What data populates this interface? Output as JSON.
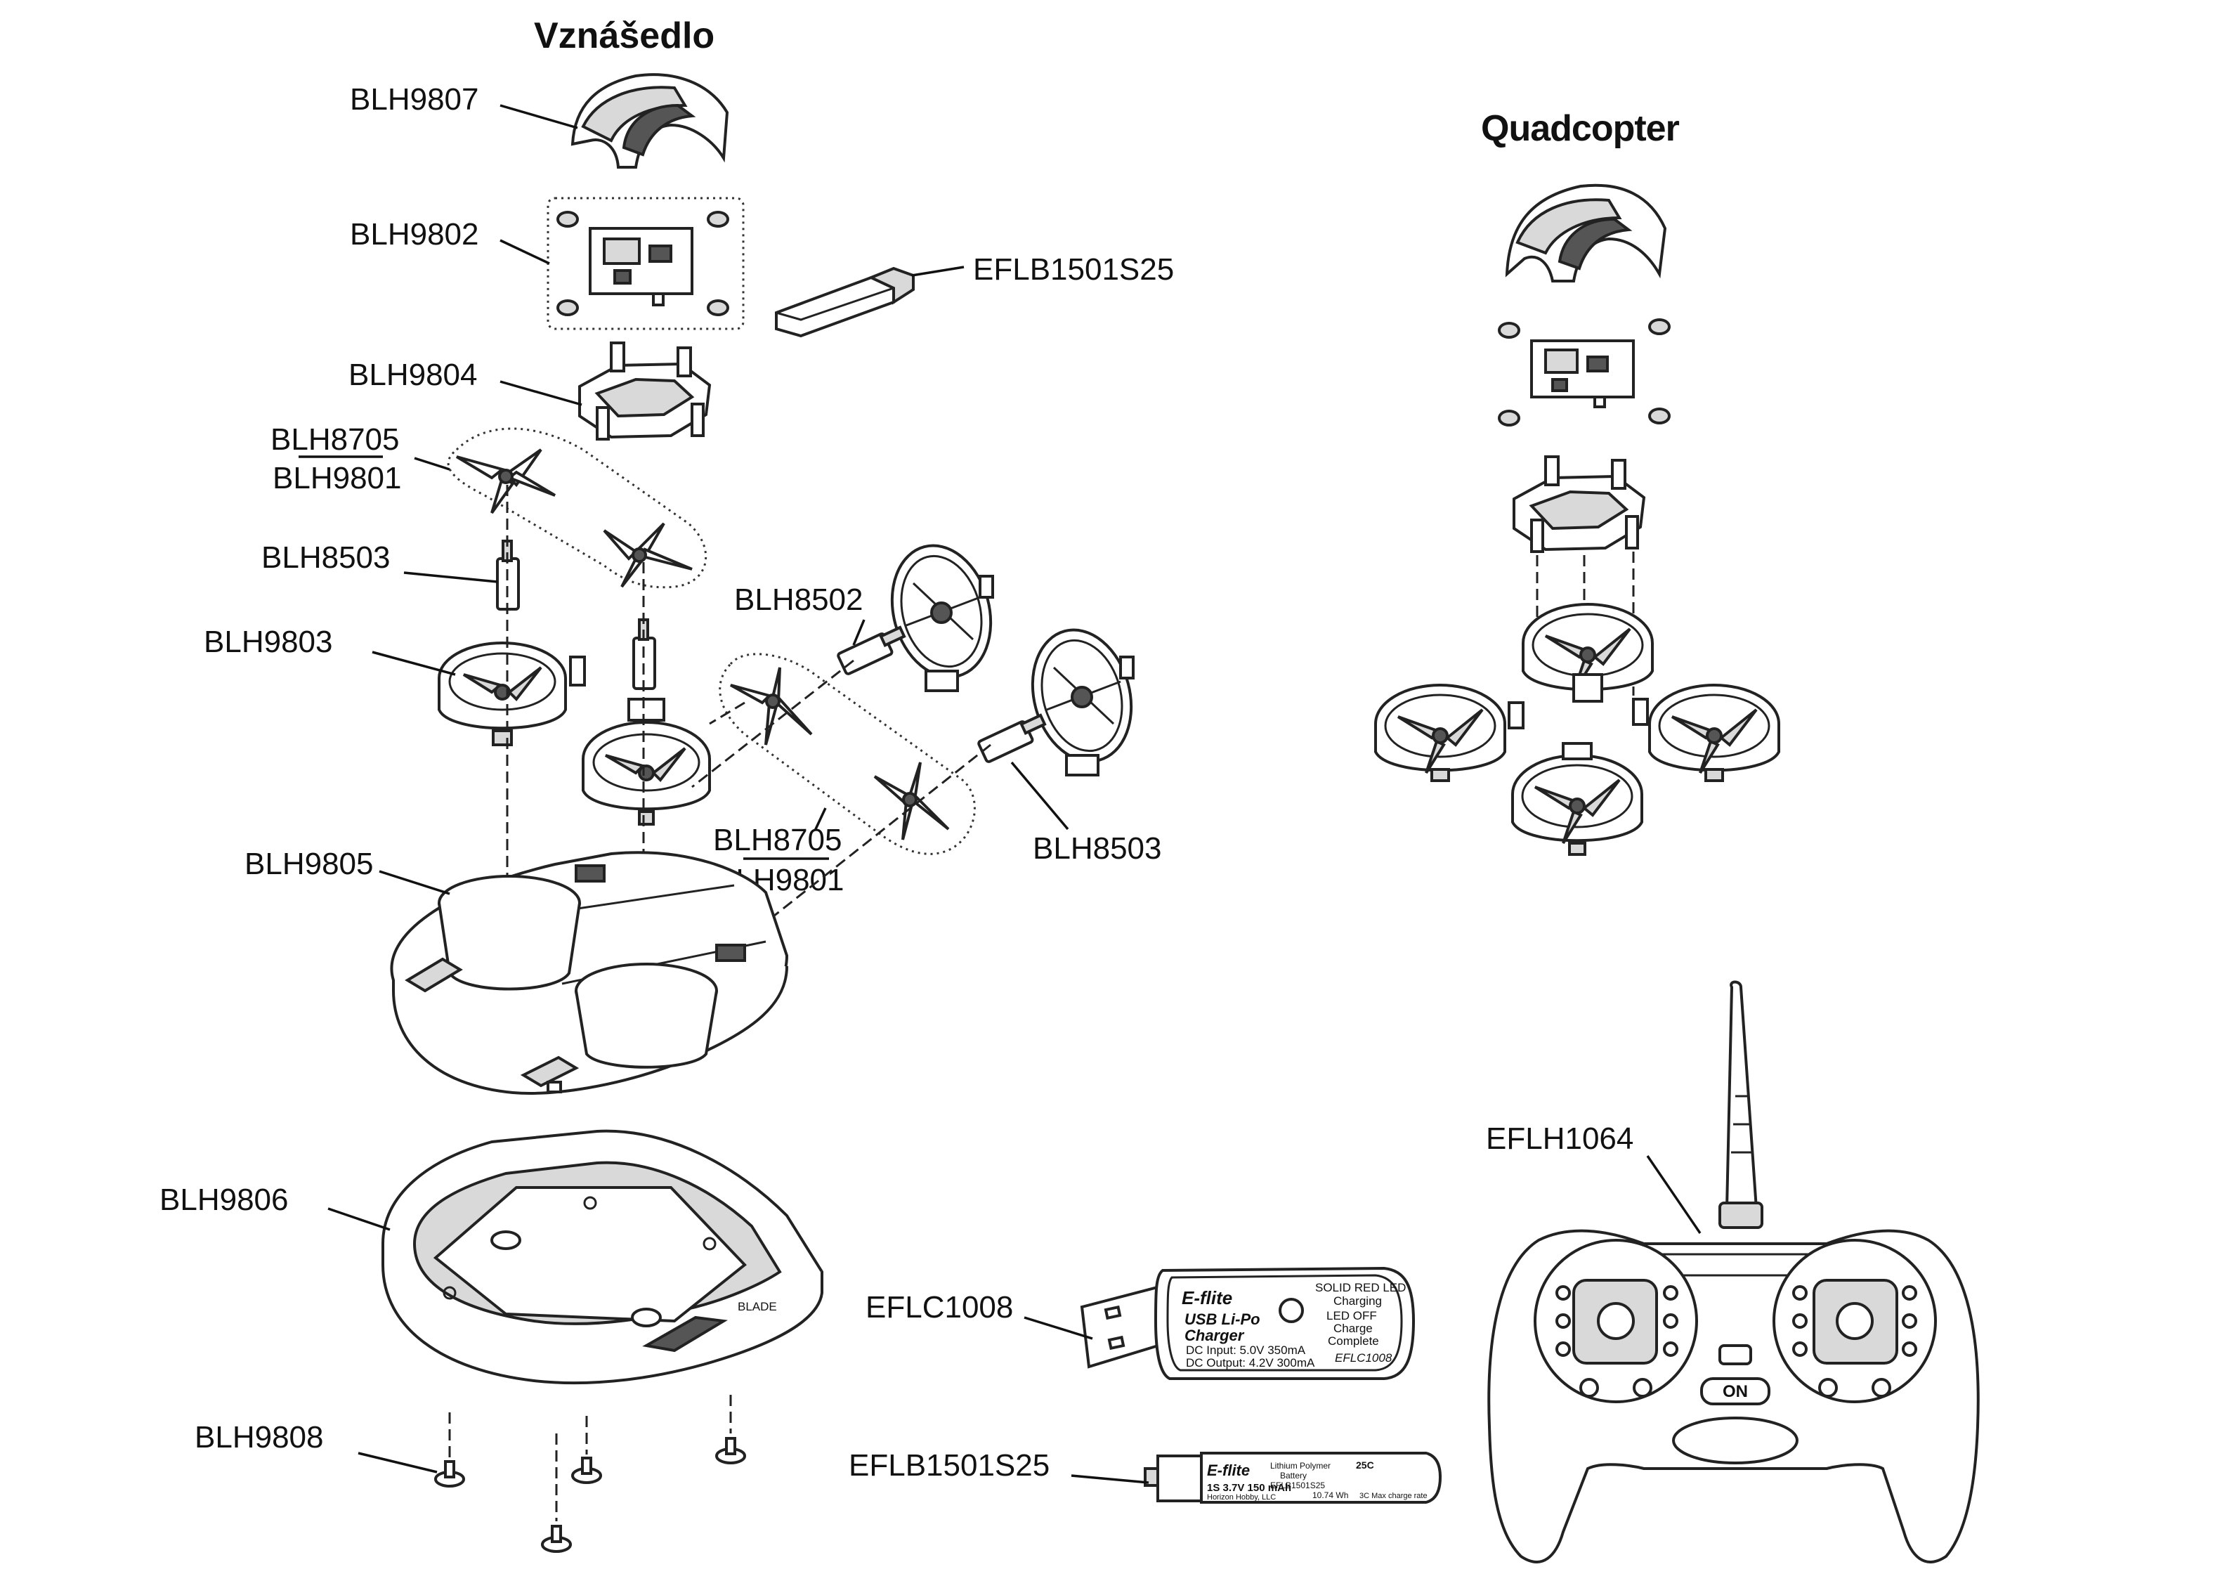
{
  "titles": {
    "hovercraft": "Vznášedlo",
    "quadcopter": "Quadcopter"
  },
  "labels": {
    "blh9807": "BLH9807",
    "blh9802": "BLH9802",
    "eflb1501s25_top": "EFLB1501S25",
    "blh9804": "BLH9804",
    "blh8705_top": "BLH8705",
    "blh9801_top": "BLH9801",
    "blh8503_left": "BLH8503",
    "blh9803": "BLH9803",
    "blh8502": "BLH8502",
    "blh8705_mid": "BLH8705",
    "blh9801_mid": "BLH9801",
    "blh8503_right": "BLH8503",
    "blh9805": "BLH9805",
    "blh9806": "BLH9806",
    "blh9808": "BLH9808",
    "eflc1008": "EFLC1008",
    "eflb1501s25_bottom": "EFLB1501S25",
    "eflh1064": "EFLH1064"
  },
  "charger": {
    "brand": "E-flite",
    "line1": "USB Li-Po",
    "line2": "Charger",
    "led_solid": "SOLID RED LED",
    "led_charging": "Charging",
    "led_off": "LED OFF",
    "led_complete1": "Charge",
    "led_complete2": "Complete",
    "input": "DC Input: 5.0V 350mA",
    "output": "DC Output: 4.2V 300mA",
    "model": "EFLC1008"
  },
  "battery": {
    "brand": "E-flite",
    "type1": "Lithium Polymer",
    "type2": "Battery",
    "rating": "25C",
    "model": "EFLB1501S25",
    "spec": "1S 3.7V 150 mAh",
    "energy": "10.74 Wh",
    "charge": "3C Max charge rate",
    "maker": "Horizon Hobby, LLC"
  },
  "transmitter": {
    "power_label": "ON"
  },
  "base_brand": "BLADE"
}
